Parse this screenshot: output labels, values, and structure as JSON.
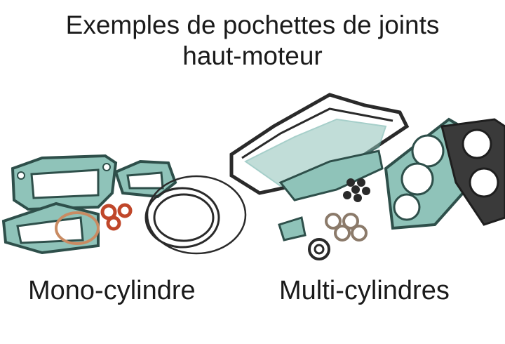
{
  "heading": {
    "line1": "Exemples de pochettes de joints",
    "line2": "haut-moteur"
  },
  "captions": {
    "mono": "Mono-cylindre",
    "multi": "Multi-cylindres"
  },
  "colors": {
    "gasket_teal": "#5fa89f",
    "gasket_rim": "#2e4f4a",
    "graphite": "#2a2a2a",
    "oring_red": "#c0472a",
    "copper": "#c98b62"
  }
}
